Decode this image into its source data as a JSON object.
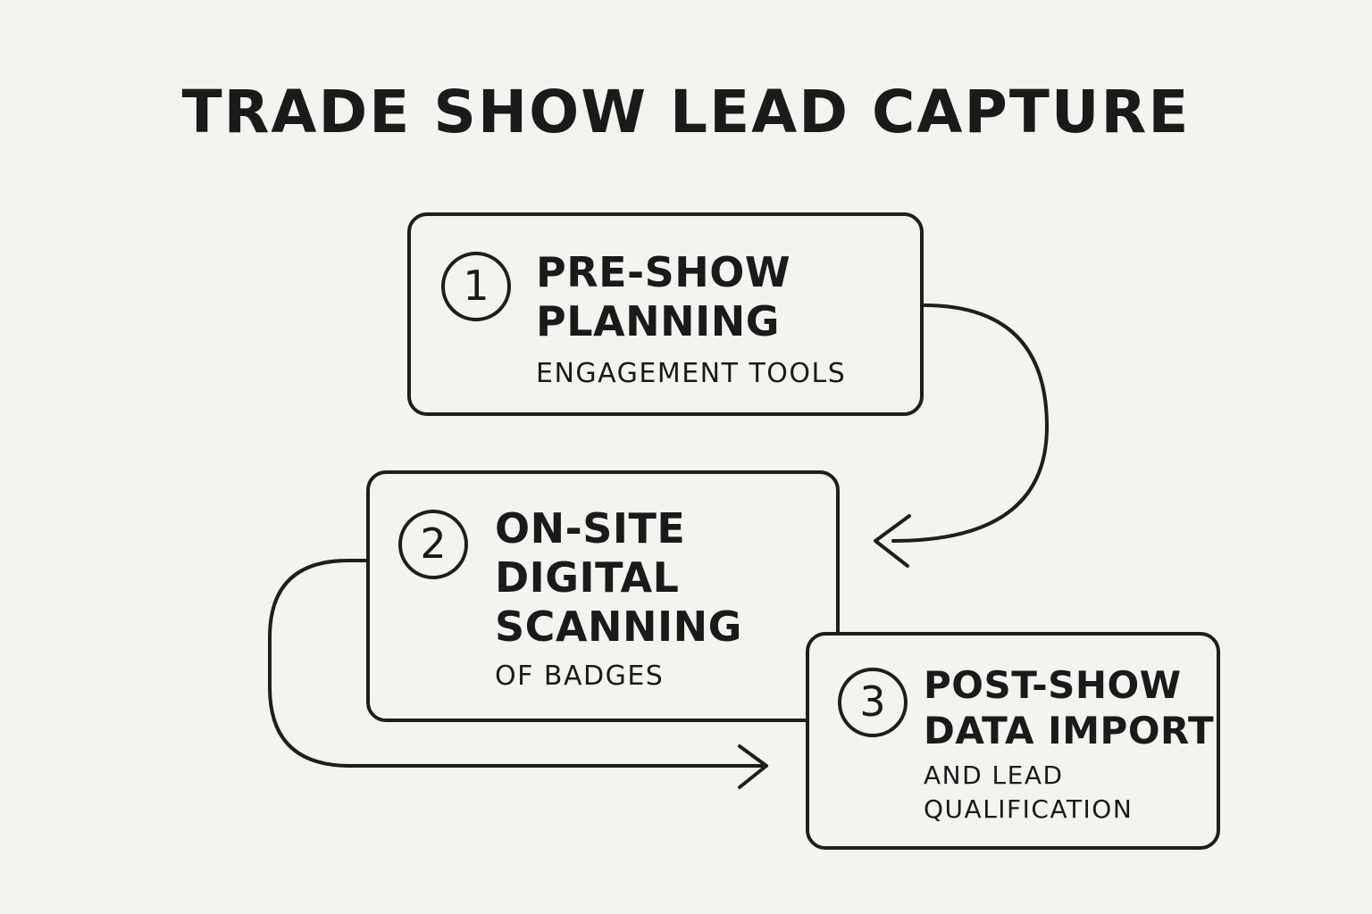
{
  "title": "TRADE SHOW LEAD CAPTURE",
  "steps": [
    {
      "number": "1",
      "heading_lines": [
        "PRE-SHOW",
        "PLANNING"
      ],
      "sub_lines": [
        "ENGAGEMENT TOOLS"
      ]
    },
    {
      "number": "2",
      "heading_lines": [
        "ON-SITE",
        "DIGITAL",
        "SCANNING"
      ],
      "sub_lines": [
        "OF BADGES"
      ]
    },
    {
      "number": "3",
      "heading_lines": [
        "POST-SHOW",
        "DATA IMPORT"
      ],
      "sub_lines": [
        "AND LEAD",
        "QUALIFICATION"
      ]
    }
  ],
  "colors": {
    "background": "#f4f3f0",
    "ink": "#1e1e1e"
  }
}
